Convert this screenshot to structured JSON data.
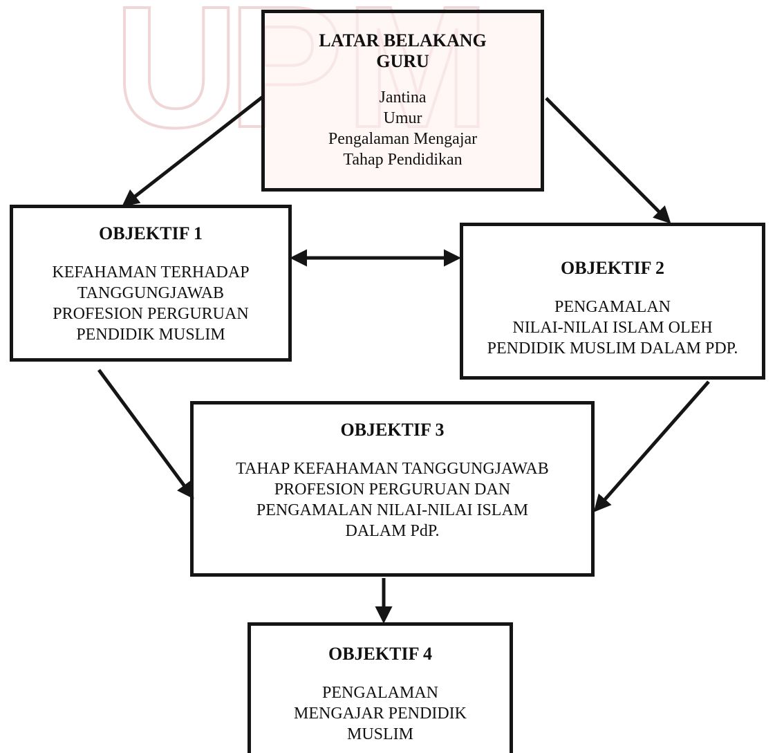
{
  "watermark": {
    "letters": [
      "U",
      "P",
      "M"
    ],
    "color": "#ce7878"
  },
  "boxes": {
    "latar": {
      "title_lines": [
        "LATAR BELAKANG",
        "GURU"
      ],
      "items": [
        "Jantina",
        "Umur",
        "Pengalaman Mengajar",
        "Tahap Pendidikan"
      ]
    },
    "obj1": {
      "title": "OBJEKTIF 1",
      "lines": [
        "KEFAHAMAN TERHADAP",
        "TANGGUNGJAWAB",
        "PROFESION PERGURUAN",
        "PENDIDIK MUSLIM"
      ]
    },
    "obj2": {
      "title": "OBJEKTIF 2",
      "lines": [
        "PENGAMALAN",
        "NILAI-NILAI ISLAM OLEH",
        "PENDIDIK MUSLIM DALAM PDP."
      ]
    },
    "obj3": {
      "title": "OBJEKTIF 3",
      "lines": [
        "TAHAP KEFAHAMAN TANGGUNGJAWAB",
        "PROFESION PERGURUAN DAN",
        "PENGAMALAN NILAI-NILAI ISLAM",
        "DALAM PdP."
      ]
    },
    "obj4": {
      "title": "OBJEKTIF 4",
      "lines": [
        "PENGALAMAN",
        "MENGAJAR PENDIDIK",
        "MUSLIM"
      ]
    }
  },
  "connectors": [
    {
      "from": "latar",
      "to": "obj1",
      "type": "arrow"
    },
    {
      "from": "latar",
      "to": "obj2",
      "type": "arrow"
    },
    {
      "from": "obj1",
      "to": "obj2",
      "type": "double-arrow"
    },
    {
      "from": "obj1",
      "to": "obj3",
      "type": "arrow"
    },
    {
      "from": "obj2",
      "to": "obj3",
      "type": "arrow"
    },
    {
      "from": "obj3",
      "to": "obj4",
      "type": "arrow"
    }
  ],
  "colors": {
    "line": "#151515"
  }
}
